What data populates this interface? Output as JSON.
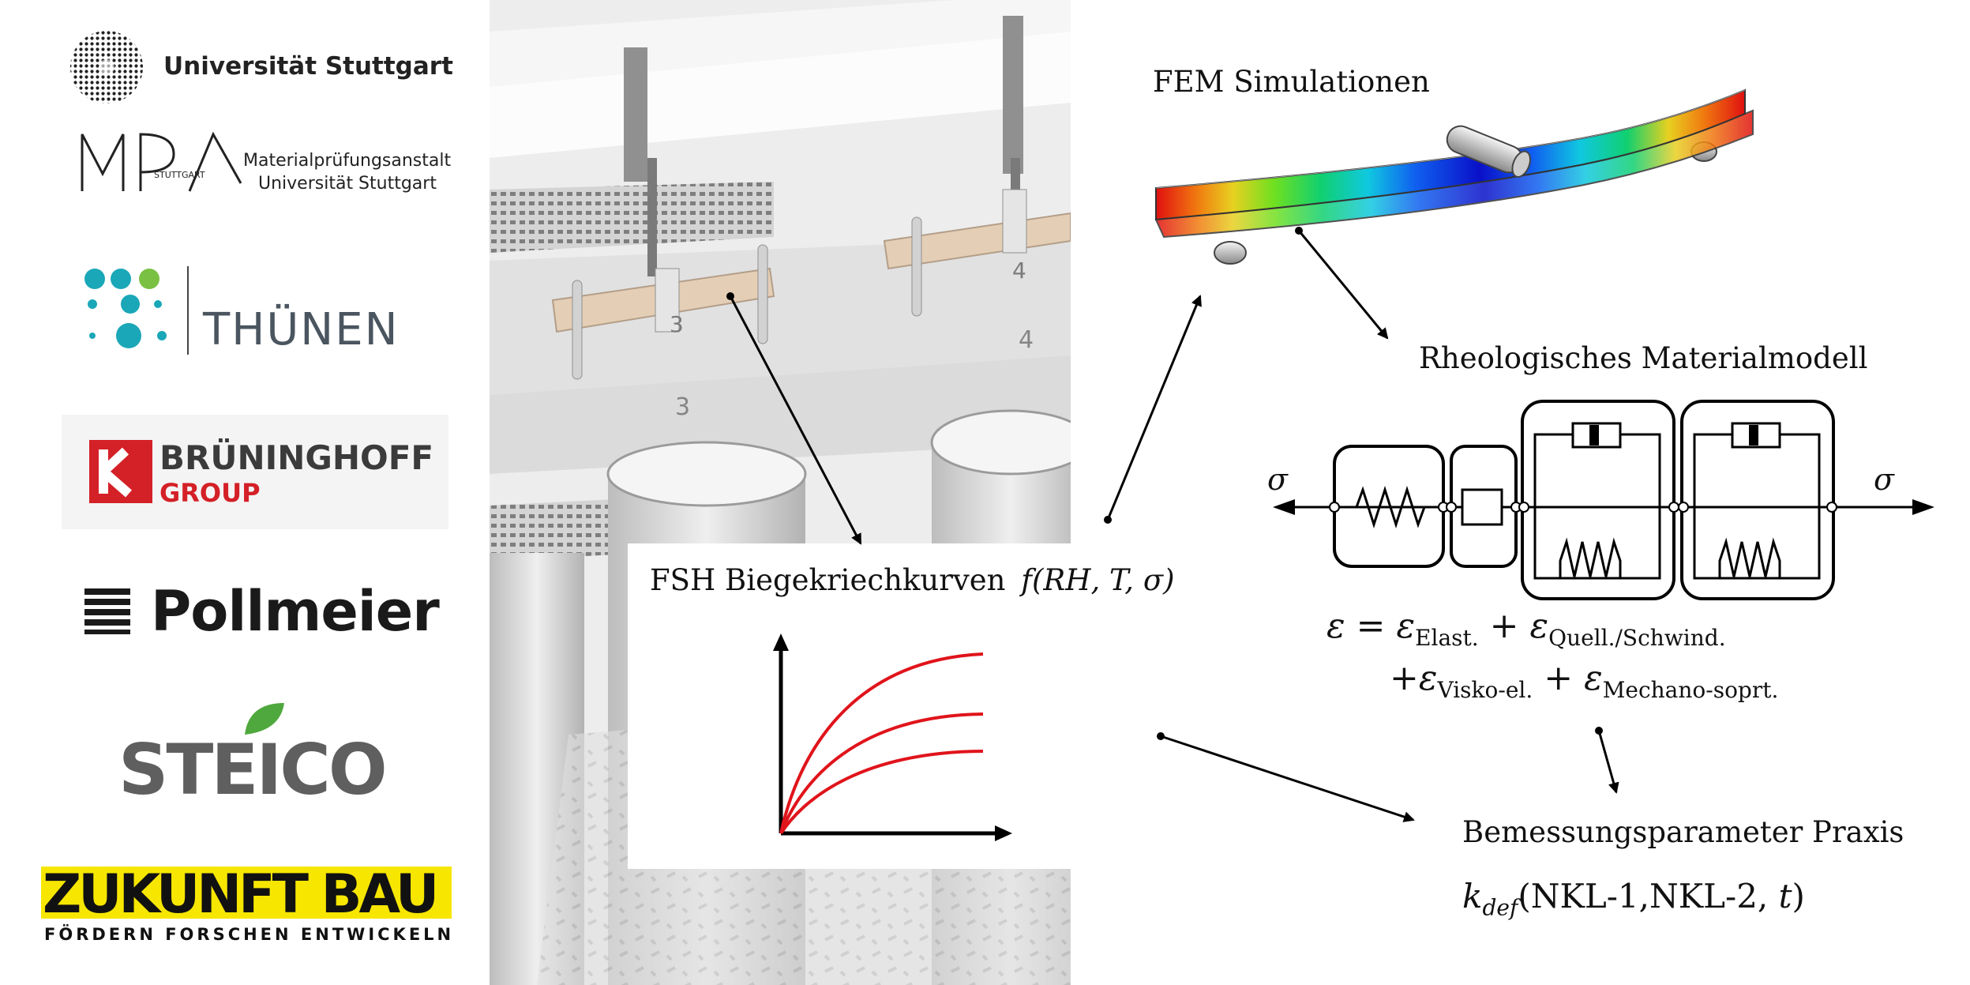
{
  "logos": {
    "uni_stuttgart": "Universität Stuttgart",
    "mpa_mark": "MPA",
    "mpa_small": "STUTTGART",
    "mpa_line1": "Materialprüfungsanstalt",
    "mpa_line2": "Universität Stuttgart",
    "thuenen": "THÜNEN",
    "brueninghoff_1": "BRÜNINGHOFF",
    "brueninghoff_2": "GROUP",
    "pollmeier": "Pollmeier",
    "steico": "STEICO",
    "zukunft_bau": "ZUKUNFT BAU",
    "zukunft_bau_sub": "FÖRDERN FORSCHEN ENTWICKELN"
  },
  "photo": {
    "labels": [
      "3",
      "4",
      "3",
      "4"
    ]
  },
  "fem": {
    "title": "FEM Simulationen"
  },
  "creep": {
    "title": "FSH Biegekriechkurven",
    "func": "f(RH, T, σ)"
  },
  "rheo": {
    "title": "Rheologisches Materialmodell",
    "sigma_left": "σ",
    "sigma_right": "σ",
    "eq_line1": "ε = ε",
    "eq_elast": "Elast.",
    "eq_plus1": " + ε",
    "eq_quell": "Quell./Schwind.",
    "eq_line2_start": "+ε",
    "eq_visko": "Visko-el.",
    "eq_plus2": " + ε",
    "eq_mech": "Mechano-soprt."
  },
  "design": {
    "title": "Bemessungsparameter Praxis",
    "k": "k",
    "k_sub": "def",
    "k_args": "(NKL-1,NKL-2,",
    "k_t": " t",
    "k_close": ")"
  },
  "colors": {
    "curve": "#e0141b",
    "brueninghoff_red": "#d42027",
    "thuenen_teal": "#1aa7b8",
    "zukunft_yellow": "#f7e600",
    "steico_green": "#4fa83d"
  }
}
